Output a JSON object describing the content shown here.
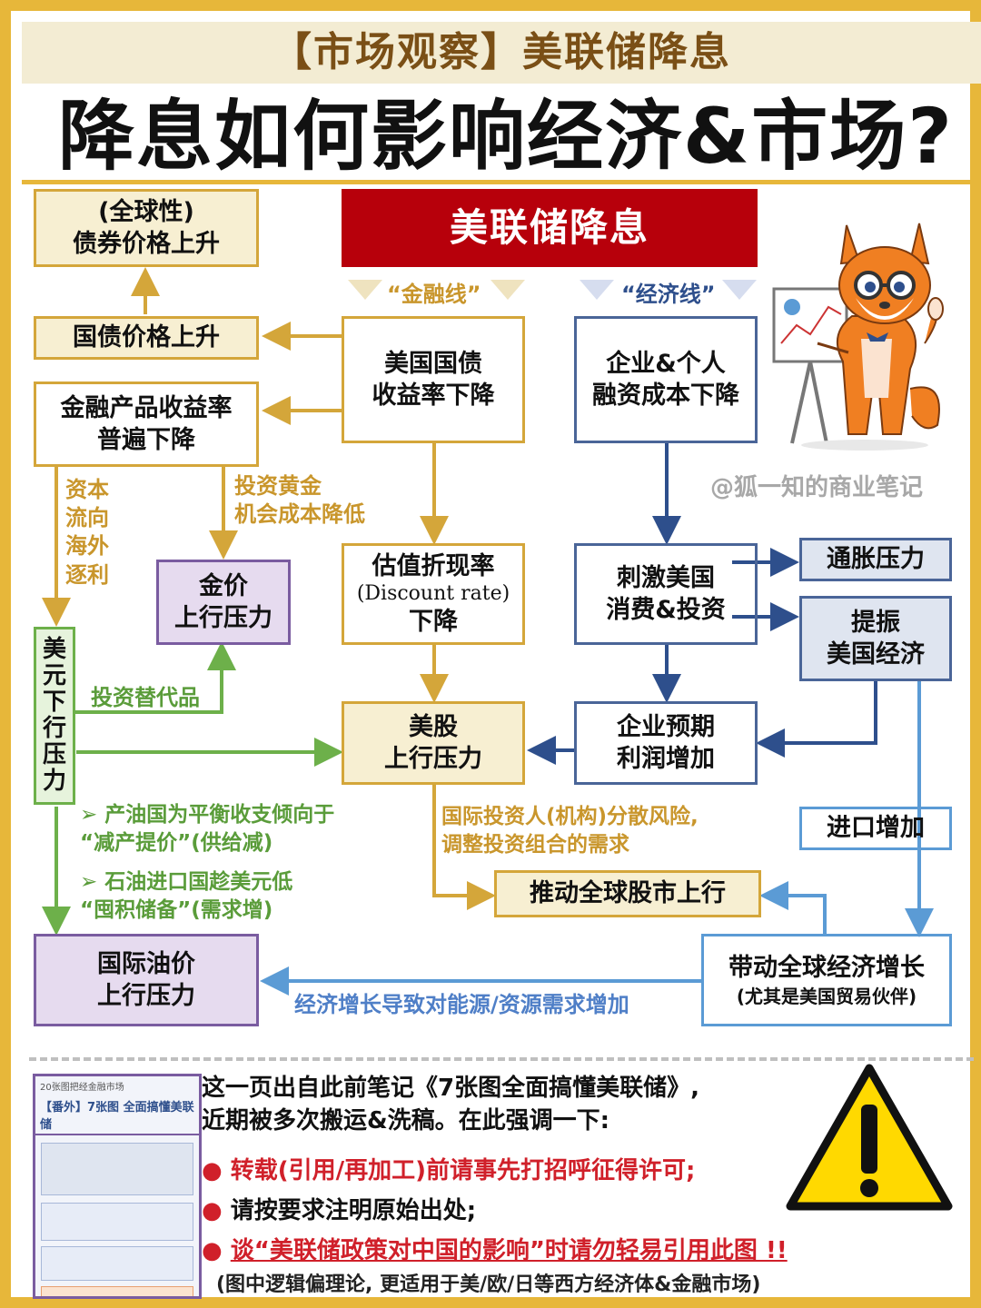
{
  "header": {
    "subtitle": "【市场观察】美联储降息",
    "title": "降息如何影响经济&市场?"
  },
  "diagram": {
    "top_box": "美联储降息",
    "finance_line_label": "“金融线”",
    "economy_line_label": "“经济线”",
    "nodes": {
      "global_bond": "(全球性)\n债券价格上升",
      "treasury_price": "国债价格上升",
      "fin_yield": "金融产品收益率\n普遍下降",
      "us_yield": "美国国债\n收益率下降",
      "financing_cost": "企业&个人\n融资成本下降",
      "gold": "金价\n上行压力",
      "discount_rate_1": "估值折现率",
      "discount_rate_2": "(Discount rate)",
      "discount_rate_3": "下降",
      "stimulate": "刺激美国\n消费&投资",
      "inflation": "通胀压力",
      "boost_us": "提振\n美国经济",
      "dollar": "美\n元\n下\n行\n压\n力",
      "us_stock": "美股\n上行压力",
      "earnings": "企业预期\n利润增加",
      "imports": "进口增加",
      "global_stock": "推动全球股市上行",
      "oil": "国际油价\n上行压力",
      "global_growth": "带动全球经济增长",
      "global_growth_note": "(尤其是美国贸易伙伴)"
    },
    "labels": {
      "capital_flow": "资本\n流向\n海外\n逐利",
      "gold_opportunity": "投资黄金\n机会成本降低",
      "alt_investment": "投资替代品",
      "oil_producers": "产油国为平衡收支倾向于\n“减产提价”(供给减)",
      "oil_importers": "石油进口国趁美元低\n“囤积储备”(需求增)",
      "intl_investors": "国际投资人(机构)分散风险,\n调整投资组合的需求",
      "energy_demand": "经济增长导致对能源/资源需求增加",
      "watermark": "@狐一知的商业笔记"
    }
  },
  "footer": {
    "thumb_header": "20张图把经金融市场",
    "thumb_title": "【番外】7张图 全面搞懂美联储",
    "line1": "这一页出自此前笔记《7张图全面搞懂美联储》,",
    "line2": "近期被多次搬运&洗稿。在此强调一下:",
    "bullet1": "转载(引用/再加工)前请事先打招呼征得许可;",
    "bullet2": "请按要求注明原始出处;",
    "bullet3": "谈“美联储政策对中国的影响”时请勿轻易引用此图 !!",
    "note": "(图中逻辑偏理论, 更适用于美/欧/日等西方经济体&金融市场)"
  },
  "colors": {
    "gold": "#d4a63a",
    "navy": "#2e4f8c",
    "blue": "#5b9bd5",
    "green": "#6db04a",
    "purple": "#7a5ca0",
    "red": "#c00000"
  }
}
